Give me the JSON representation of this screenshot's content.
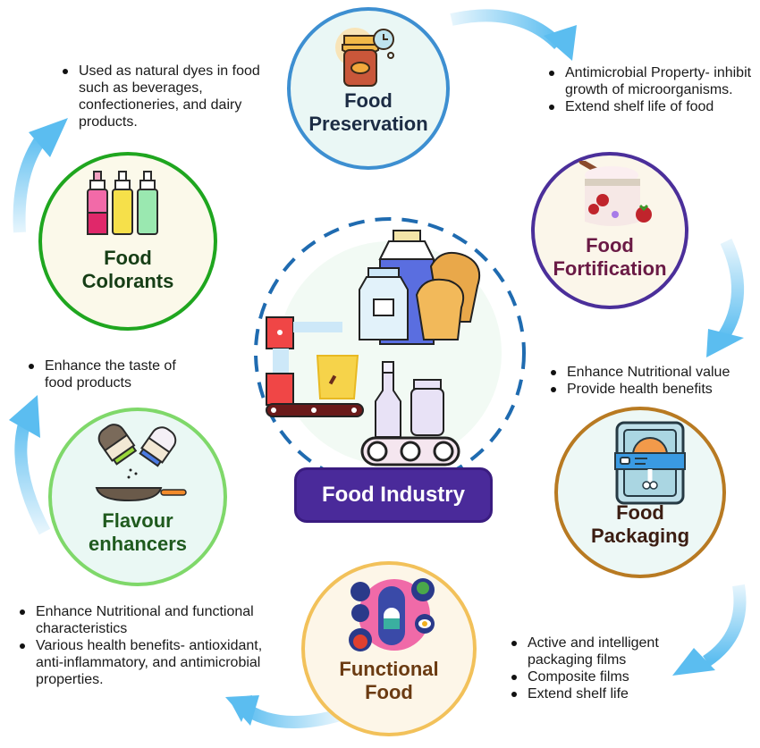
{
  "diagram": {
    "center": {
      "label": "Food Industry",
      "badge_color": "#4a2a9a"
    },
    "nodes": [
      {
        "id": "preservation",
        "title_line1": "Food",
        "title_line2": "Preservation",
        "border_color": "#3d8fd1",
        "title_color": "#1c2c44",
        "icon": "jar-clock-icon",
        "notes": [
          "Antimicrobial Property- inhibit growth of microorganisms.",
          "Extend shelf life of food"
        ]
      },
      {
        "id": "fortification",
        "title_line1": "Food",
        "title_line2": "Fortification",
        "border_color": "#4b2f9a",
        "title_color": "#6a1a45",
        "icon": "yogurt-jar-icon",
        "notes": [
          "Enhance Nutritional value",
          "Provide health benefits"
        ]
      },
      {
        "id": "packaging",
        "title_line1": "Food",
        "title_line2": "Packaging",
        "border_color": "#b87a22",
        "title_color": "#3b1d12",
        "icon": "food-package-icon",
        "notes": [
          "Active and intelligent packaging films",
          "Composite films",
          "Extend shelf life"
        ]
      },
      {
        "id": "functional",
        "title_line1": "Functional",
        "title_line2": "Food",
        "border_color": "#f2c15a",
        "title_color": "#6b3b12",
        "icon": "capsule-nutrients-icon",
        "notes": [
          "Enhance Nutritional and functional characteristics",
          "Various health benefits- antioxidant, anti-inflammatory, and antimicrobial properties."
        ]
      },
      {
        "id": "flavour",
        "title_line1": "Flavour",
        "title_line2": "enhancers",
        "border_color": "#7fd86a",
        "title_color": "#1f5a1e",
        "icon": "salt-pepper-pan-icon",
        "notes": [
          "Enhance the taste of food products"
        ]
      },
      {
        "id": "colorants",
        "title_line1": "Food",
        "title_line2": "Colorants",
        "border_color": "#1fa61f",
        "title_color": "#163e16",
        "icon": "dye-bottles-icon",
        "notes": [
          "Used as natural dyes in food such as  beverages, confectioneries, and dairy products."
        ]
      }
    ],
    "arrow_color": "#5bbdf0"
  }
}
